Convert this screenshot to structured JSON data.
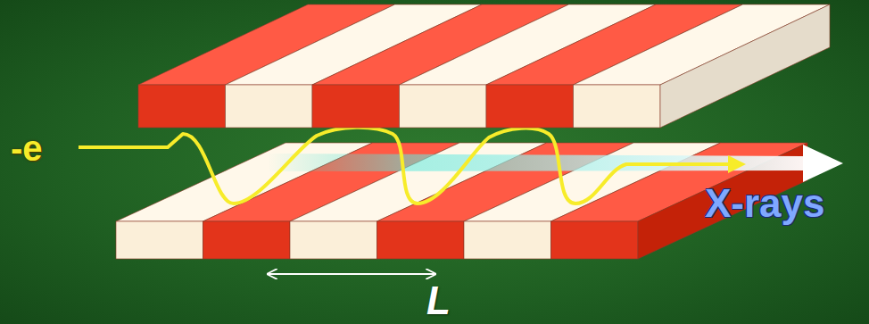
{
  "diagram": {
    "labels": [
      "-e",
      "X-rays",
      "L"
    ]
  }
}
